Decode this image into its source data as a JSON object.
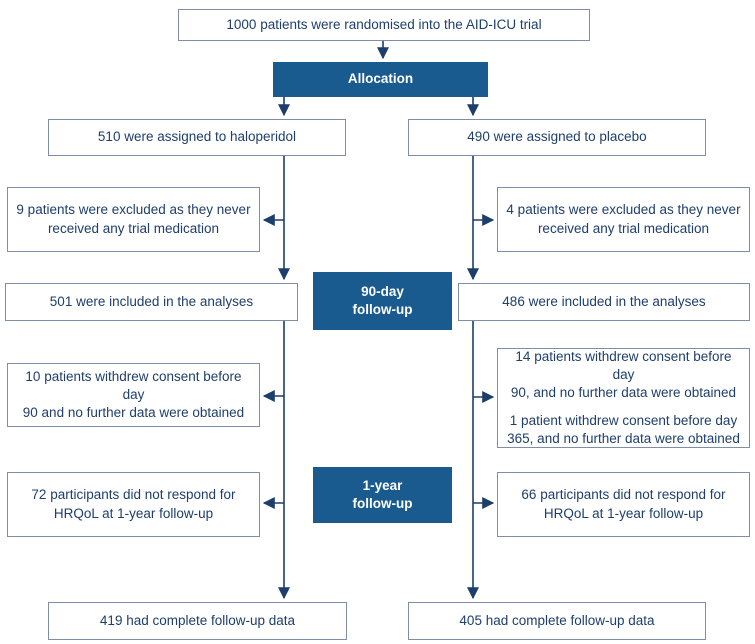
{
  "palette": {
    "stage_blue": "#195a8f",
    "text_navy": "#1e3e6d",
    "box_border": "#7e8ea6",
    "arrow_color": "#1d3d6b",
    "background": "#ffffff"
  },
  "flow": {
    "randomised": "1000 patients were randomised into the AID-ICU trial",
    "stages": {
      "allocation": "Allocation",
      "day90": "90-day\nfollow-up",
      "year1": "1-year\nfollow-up"
    },
    "haloperidol": {
      "assigned": "510 were assigned to haloperidol",
      "excluded": "9 patients were excluded as they never\nreceived any trial medication",
      "analysed": "501 were included in the analyses",
      "withdrew": "10 patients withdrew consent before day\n90 and no further data were obtained",
      "no_hrqol": "72 participants did not respond for\nHRQoL at 1-year follow-up",
      "complete": "419 had complete follow-up data"
    },
    "placebo": {
      "assigned": "490 were assigned to placebo",
      "excluded": "4 patients were excluded as they never\nreceived any trial medication",
      "analysed": "486 were included in the analyses",
      "withdrew_day90": "14 patients withdrew consent before day\n90, and no further data were obtained",
      "withdrew_day365": "1 patient withdrew consent before day\n365, and no further data were obtained",
      "no_hrqol": "66 participants did not respond for\nHRQoL at 1-year follow-up",
      "complete": "405 had complete follow-up data"
    }
  }
}
